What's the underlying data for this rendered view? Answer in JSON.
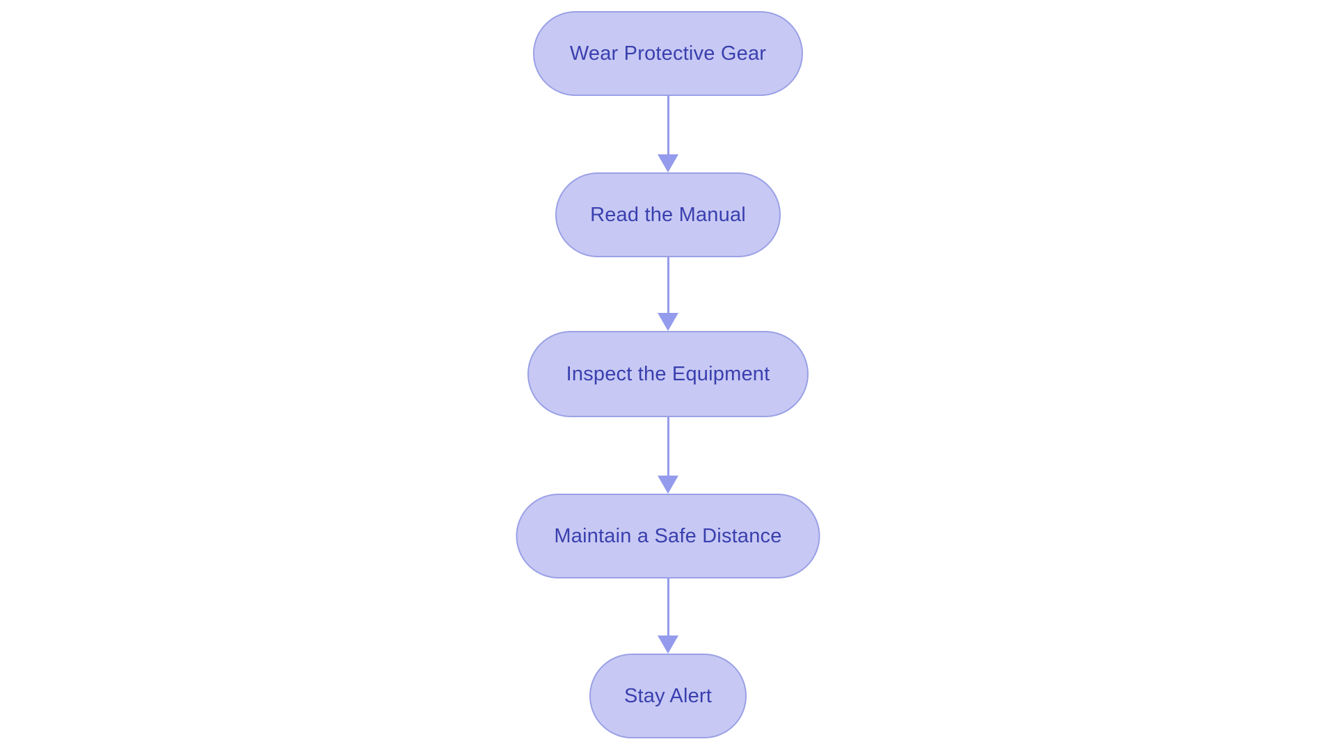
{
  "diagram": {
    "type": "flowchart",
    "direction": "top-down",
    "nodes": [
      {
        "label": "Wear Protective Gear"
      },
      {
        "label": "Read the Manual"
      },
      {
        "label": "Inspect the Equipment"
      },
      {
        "label": "Maintain a Safe Distance"
      },
      {
        "label": "Stay Alert"
      }
    ],
    "edges": [
      {
        "from": "Wear Protective Gear",
        "to": "Read the Manual"
      },
      {
        "from": "Read the Manual",
        "to": "Inspect the Equipment"
      },
      {
        "from": "Inspect the Equipment",
        "to": "Maintain a Safe Distance"
      },
      {
        "from": "Maintain a Safe Distance",
        "to": "Stay Alert"
      }
    ],
    "colors": {
      "background": "#ffffff",
      "node_fill": "#c7c9f4",
      "node_border": "#9aa0e6",
      "node_text": "#3a3fae",
      "arrow": "#949bec"
    }
  }
}
